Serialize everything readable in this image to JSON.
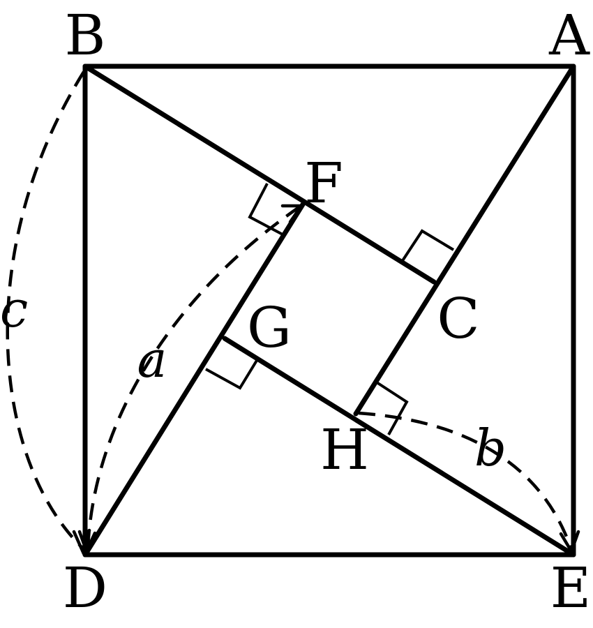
{
  "points": {
    "A": "A",
    "B": "B",
    "C": "C",
    "D": "D",
    "E": "E",
    "F": "F",
    "G": "G",
    "H": "H"
  },
  "lengths": {
    "a": "a",
    "b": "b",
    "c": "c"
  }
}
